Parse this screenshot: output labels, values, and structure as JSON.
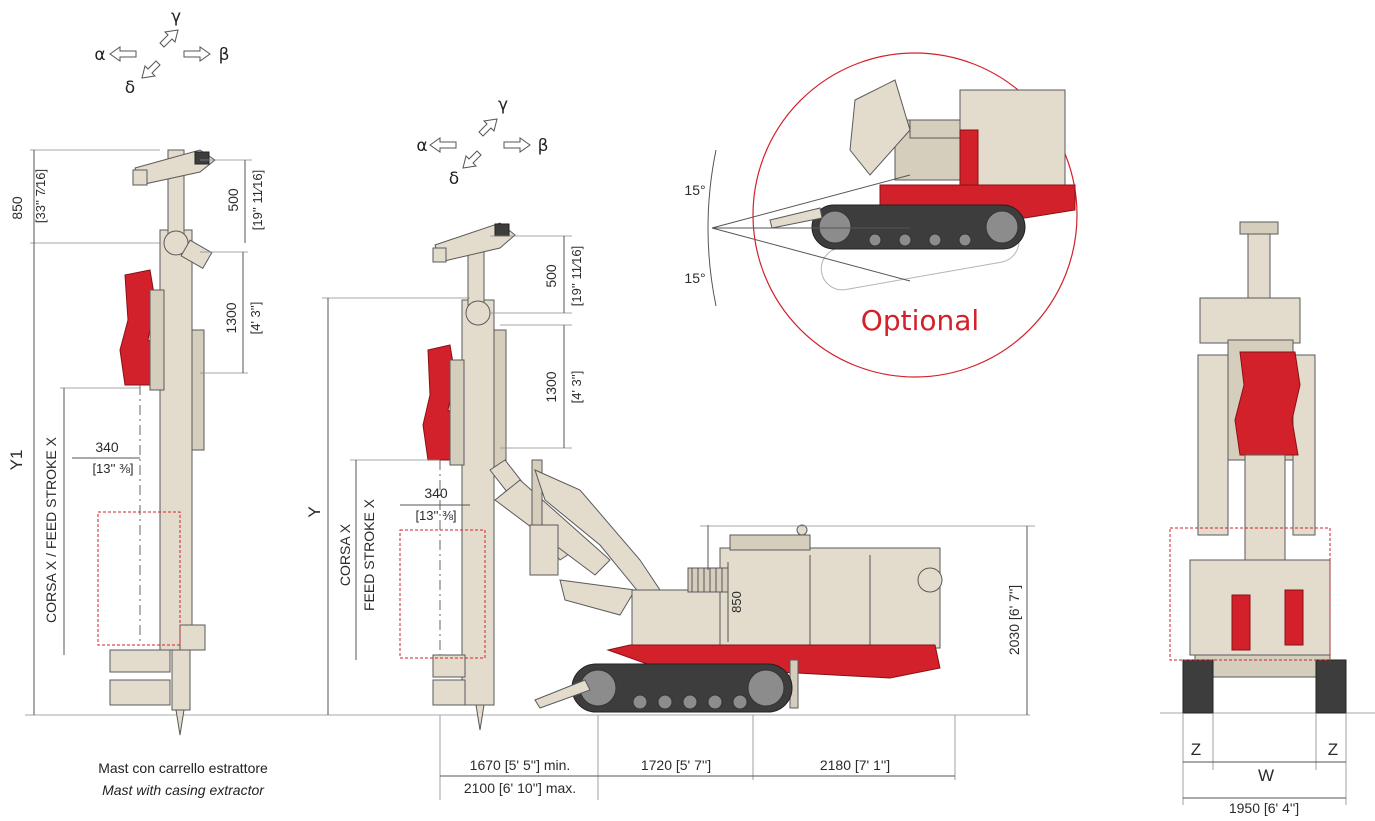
{
  "arrows_left": {
    "alpha": "α",
    "beta": "β",
    "gamma": "γ",
    "delta": "δ"
  },
  "arrows_center": {
    "alpha": "α",
    "beta": "β",
    "gamma": "γ",
    "delta": "δ"
  },
  "left_view": {
    "dim_850": "850",
    "dim_850_in": "[33'' 7⁄16]",
    "dim_500": "500",
    "dim_500_in": "[19'' 11⁄16]",
    "dim_1300": "1300",
    "dim_1300_in": "[4' 3'']",
    "dim_y1": "Y1",
    "dim_stroke": "CORSA X / FEED STROKE X",
    "dim_340": "340",
    "dim_340_in": "[13'' ⅜]",
    "caption_it": "Mast con carrello estrattore",
    "caption_en": "Mast with casing extractor"
  },
  "side_view": {
    "dim_500": "500",
    "dim_500_in": "[19'' 11⁄16]",
    "dim_1300": "1300",
    "dim_1300_in": "[4' 3'']",
    "dim_y": "Y",
    "dim_stroke_it": "CORSA X",
    "dim_stroke_en": "FEED STROKE X",
    "dim_340": "340",
    "dim_340_in": "[13'' ⅜]",
    "dim_850": "850",
    "dim_2030": "2030 [6' 7'']",
    "dim_1670": "1670 [5' 5''] min.",
    "dim_2100": "2100 [6' 10''] max.",
    "dim_1720": "1720 [5' 7'']",
    "dim_2180": "2180 [7' 1'']"
  },
  "optional_view": {
    "angle_up": "15°",
    "angle_down": "15°",
    "label": "Optional",
    "label_color": "#d3212c"
  },
  "front_view": {
    "dim_z_left": "Z",
    "dim_z_right": "Z",
    "dim_w": "W",
    "dim_1950": "1950 [6' 4'']"
  },
  "colors": {
    "machine_body": "#e3dccd",
    "accent_red": "#d3212c",
    "track": "#3d3d3d"
  }
}
